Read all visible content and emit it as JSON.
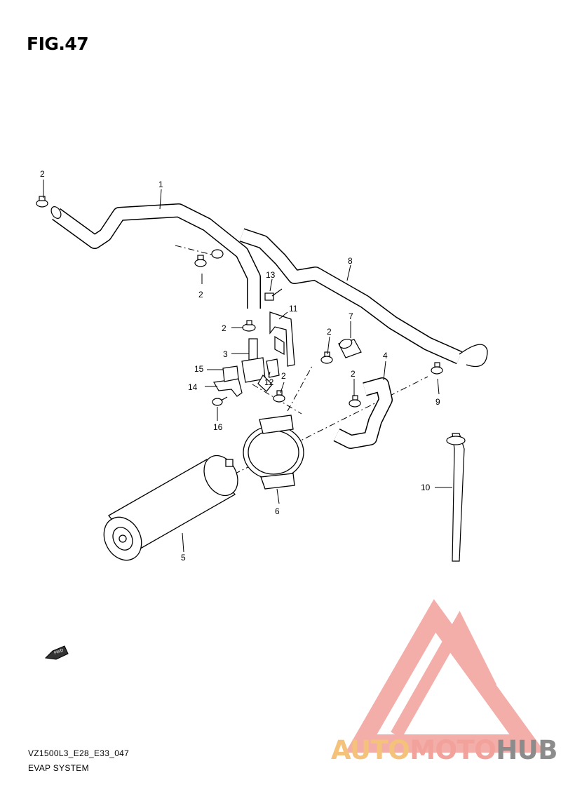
{
  "figure": {
    "title": "FIG.47",
    "code": "VZ1500L3_E28_E33_047",
    "system_name": "EVAP SYSTEM"
  },
  "callouts": [
    "1",
    "2",
    "2",
    "2",
    "2",
    "2",
    "2",
    "3",
    "4",
    "5",
    "6",
    "7",
    "8",
    "9",
    "10",
    "11",
    "12",
    "13",
    "14",
    "15",
    "16"
  ],
  "fwd_label": "FWD",
  "watermark": {
    "parts": [
      "AUTO",
      "MOTO",
      "HUB"
    ],
    "colors": {
      "auto": "#f4c27a",
      "moto": "#f2a19b",
      "hub": "#8c8c8c",
      "logo": "#f2a19b"
    }
  },
  "colors": {
    "line": "#000000",
    "background": "#ffffff"
  }
}
